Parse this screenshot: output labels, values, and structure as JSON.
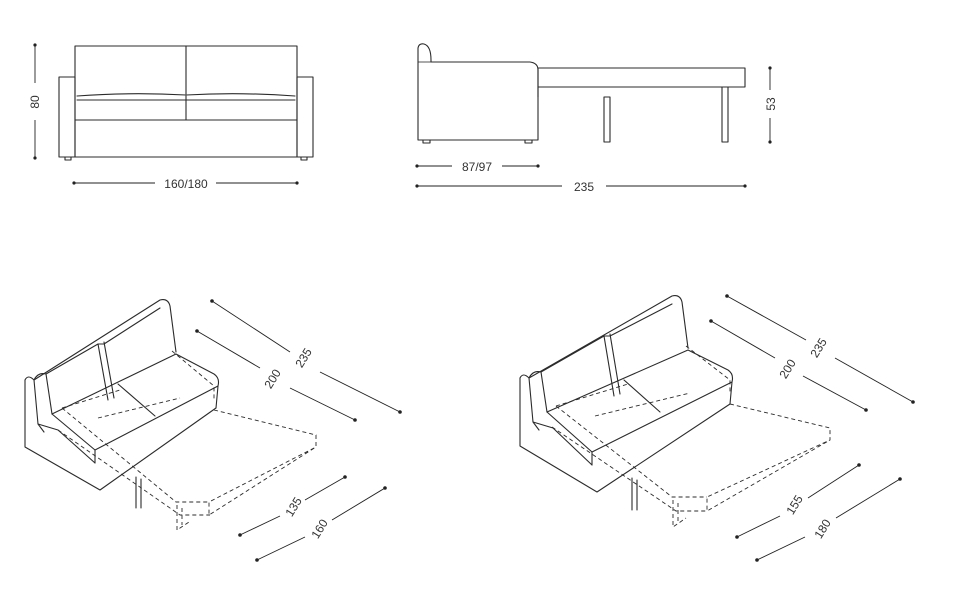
{
  "dimensions": {
    "front_height": "80",
    "front_width": "160/180",
    "side_seat_depth": "87/97",
    "side_total_length": "235",
    "side_bed_height": "53",
    "iso_left_length_outer": "235",
    "iso_left_length_inner": "200",
    "iso_left_width_inner": "135",
    "iso_left_width_outer": "160",
    "iso_right_length_outer": "235",
    "iso_right_length_inner": "200",
    "iso_right_width_inner": "155",
    "iso_right_width_outer": "180"
  },
  "colors": {
    "line": "#2b2b2b",
    "background": "#ffffff"
  }
}
